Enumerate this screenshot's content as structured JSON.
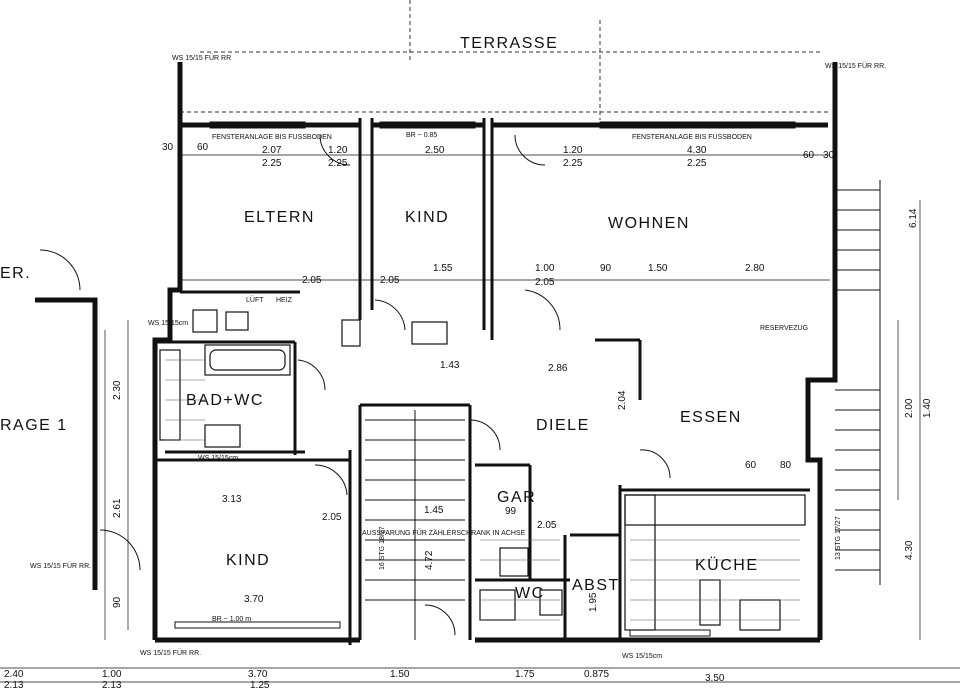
{
  "plan": {
    "terrace": "TERRASSE",
    "rooms": {
      "eltern": "ELTERN",
      "kind_top": "KIND",
      "wohnen": "WOHNEN",
      "essen": "ESSEN",
      "diele": "DIELE",
      "bad_wc": "BAD+WC",
      "kind_bottom": "KIND",
      "kueche": "KÜCHE",
      "wc": "WC",
      "abst": "ABST",
      "gar": "GAR",
      "garage": "RAGE 1",
      "ger": "ER."
    },
    "notes": {
      "ws_left": "WS 15/15 FÜR RR",
      "ws_right": "WS 15/15 FÜR RR.",
      "fenster_left": "FENSTERANLAGE BIS FUSSBODEN",
      "fenster_right": "FENSTERANLAGE BIS FUSSBODEN",
      "br_top": "BR ~ 0.85",
      "reserve": "RESERVEZUG",
      "lueft": "LÜFT",
      "heiz": "HEIZ",
      "ws_bad": "WS 15/15cm",
      "ws_kind": "WS 15/15cm",
      "aussparung": "AUSSPARUNG FÜR ZÄHLERSCHRANK IN ACHSE",
      "stg_left": "16 STG 18/27",
      "stg_right": "13 STG 17/27",
      "br_bottom": "BR ~ 1.00 m",
      "ws_kitchen": "WS 15/15cm",
      "ws_bottom": "WS 15/15 FÜR RR.",
      "ws_garage": "WS 15/15 FÜR RR."
    },
    "dims": {
      "d_top_1": "2.07",
      "d_top_2": "2.25",
      "d_top_3": "1.20",
      "d_top_4": "2.25",
      "d_top_5": "2.50",
      "d_top_6": "1.20",
      "d_top_7": "2.25",
      "d_top_8": "4.30",
      "d_top_9": "2.25",
      "d_60a": "60",
      "d_60b": "60",
      "d_30a": "30",
      "d_30b": "30",
      "d_mid_1": "2.05",
      "d_mid_2": "2.05",
      "d_mid_3": "2.05",
      "d_mid_4": "1.55",
      "d_mid_5": "1.00",
      "d_mid_6": "1.50",
      "d_mid_7": "2.80",
      "d_mid_8": "90",
      "d_diele_1": "1.43",
      "d_diele_2": "2.86",
      "d_diele_3": "2.04",
      "d_kind_1": "3.13",
      "d_kind_2": "2.05",
      "d_kind_3": "3.70",
      "d_stair": "1.45",
      "d_stair2": "4.72",
      "d_gar": "99",
      "d_gar2": "2.05",
      "d_k1": "60",
      "d_k2": "80",
      "d_abst": "1.95",
      "d_side_1": "2.30",
      "d_side_2": "2.61",
      "d_side_3": "90",
      "d_side_4": "2.00",
      "d_side_5": "1.40",
      "d_side_6": "4.30",
      "d_side_7": "6.14",
      "b_1": "2.40",
      "b_2": "2.13",
      "b_3": "1.00",
      "b_4": "2.13",
      "b_5": "3.70",
      "b_6": "1.50",
      "b_7": "1.75",
      "b_8": "0.875",
      "b_9": "3.50",
      "b_10": "1.25"
    }
  }
}
